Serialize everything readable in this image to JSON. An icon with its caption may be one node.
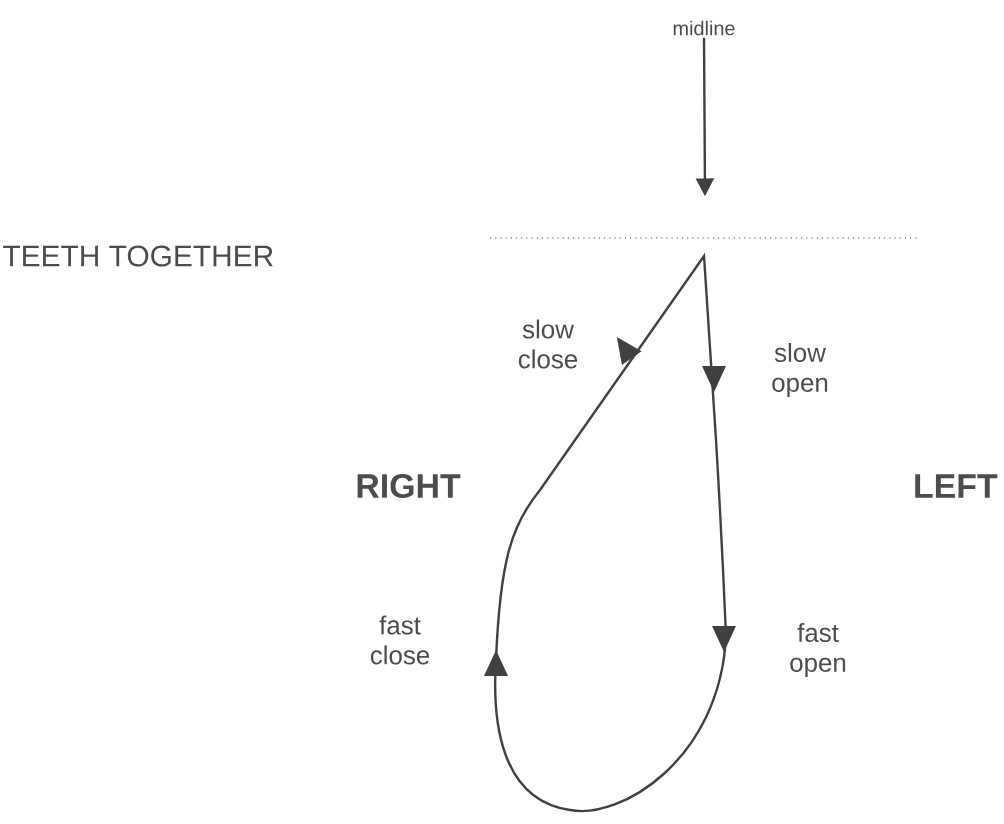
{
  "diagram": {
    "nodes": [
      {
        "text": [
          "midline"
        ]
      },
      {
        "text": [],
        "shape": "line"
      }
    ],
    "edges": [
      {
        "from": 0,
        "to": 1,
        "arrow": "to"
      }
    ],
    "labels": [
      "TEETH TOGETHER",
      "slow close",
      "slow open",
      "RIGHT",
      "LEFT",
      "fast close",
      "fast open"
    ]
  }
}
